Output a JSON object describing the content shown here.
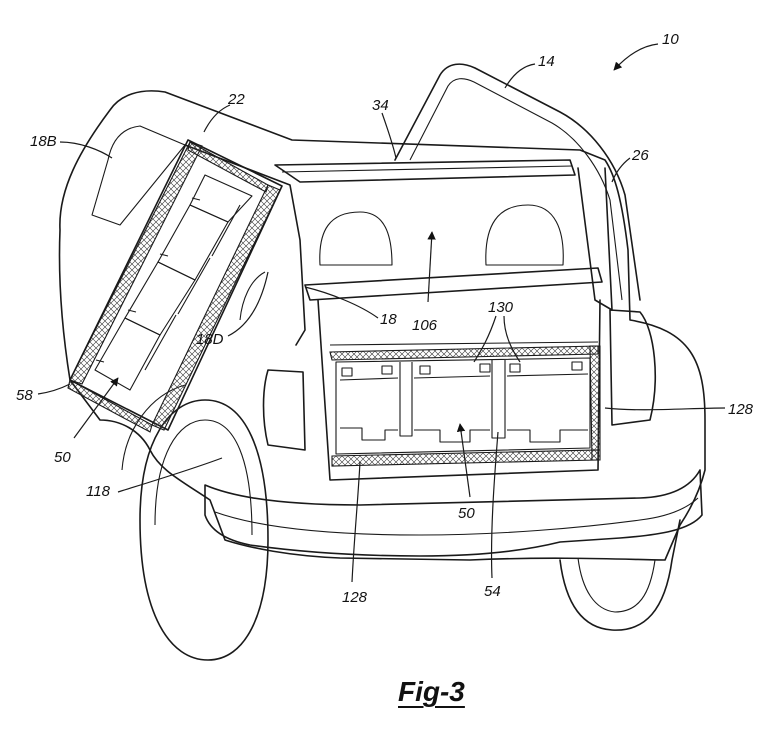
{
  "figure": {
    "caption": "Fig-3",
    "labels": {
      "ref_10": "10",
      "ref_14": "14",
      "ref_18": "18",
      "ref_18b": "18B",
      "ref_18d": "18D",
      "ref_22": "22",
      "ref_26": "26",
      "ref_34": "34",
      "ref_50_left": "50",
      "ref_50_center": "50",
      "ref_54": "54",
      "ref_58": "58",
      "ref_106": "106",
      "ref_118": "118",
      "ref_128_right": "128",
      "ref_128_bottom": "128",
      "ref_130": "130"
    }
  }
}
